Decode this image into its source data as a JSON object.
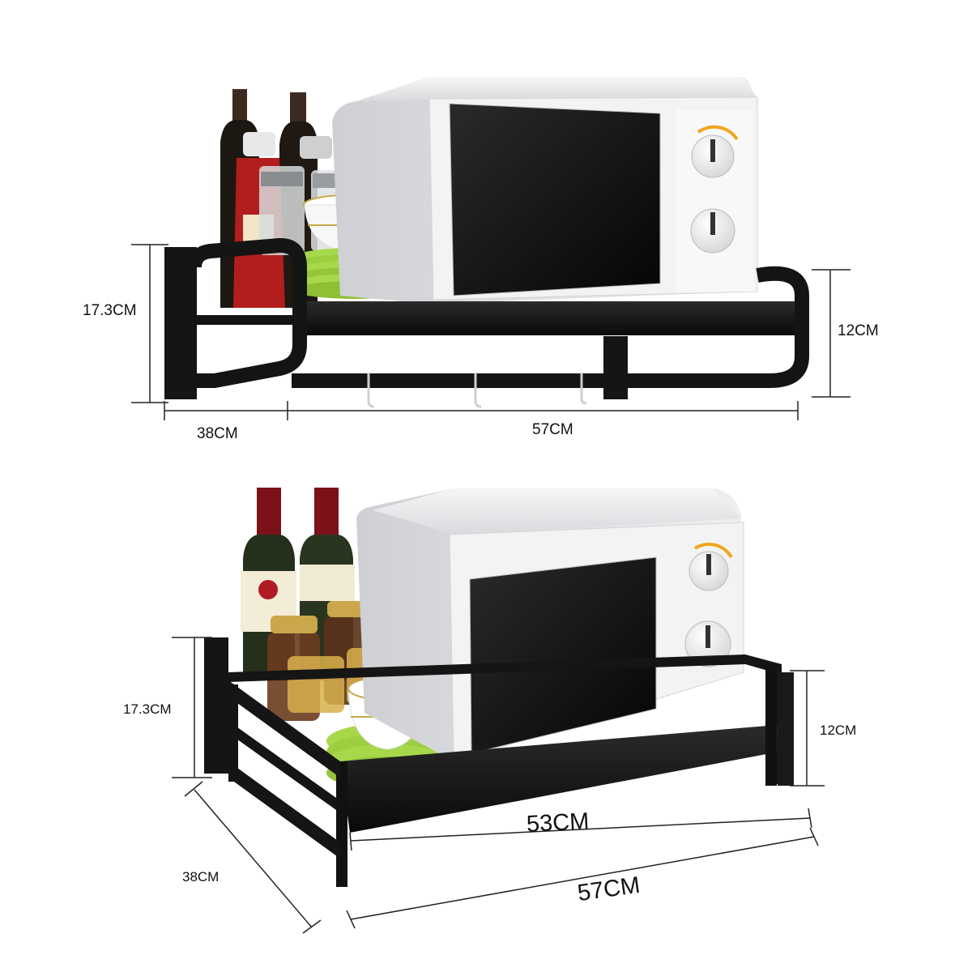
{
  "top_product": {
    "height_left": "17.3CM",
    "height_right": "12CM",
    "depth": "38CM",
    "width": "57CM"
  },
  "bottom_product": {
    "height_left": "17.3CM",
    "height_right": "12CM",
    "depth": "38CM",
    "inner_width": "53CM",
    "outer_width": "57CM"
  },
  "colors": {
    "rack": "#141414",
    "microwave_body": "#ecedef",
    "microwave_window": "#0e0e0e",
    "plates": "#a6d84a",
    "wine": "#7d1119",
    "timer_accent": "#f2a51c"
  }
}
